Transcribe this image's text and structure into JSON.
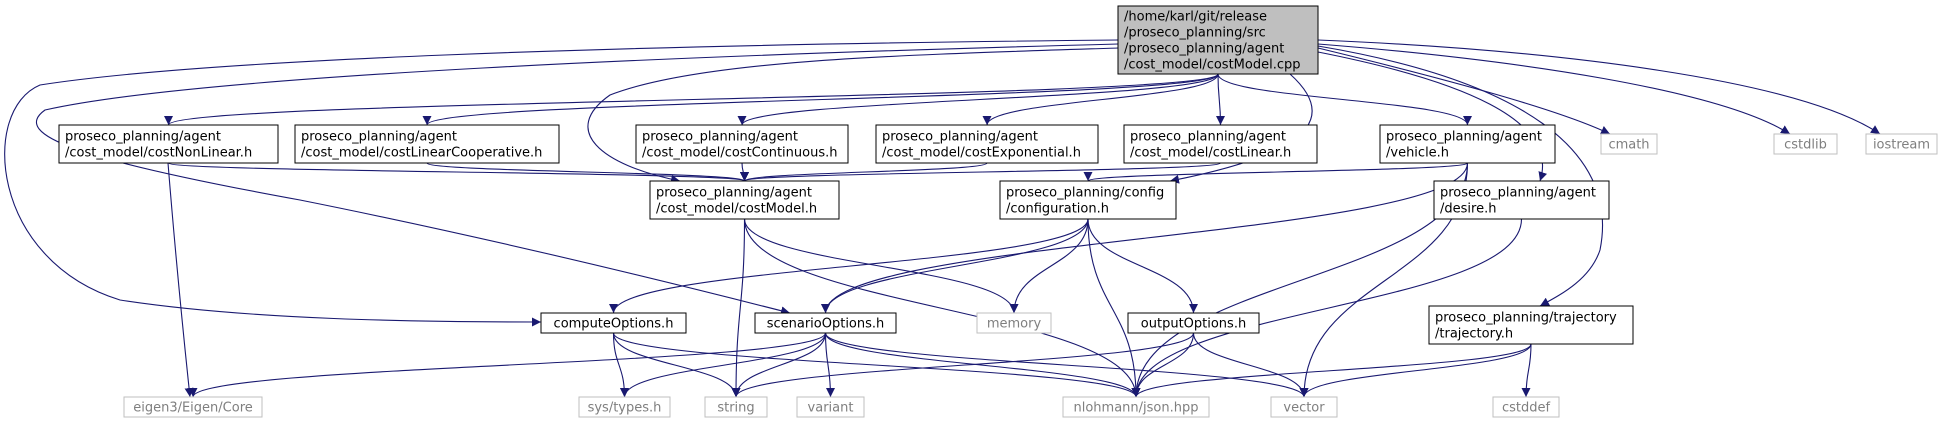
{
  "colors": {
    "edge": "#191970",
    "main_fill": "#bfbfbf",
    "sys_border": "#bfbfbf",
    "sys_text": "#7f7f7f"
  },
  "nodes": [
    {
      "id": "costModelCpp",
      "kind": "main",
      "lines": [
        "/home/karl/git/release",
        "/proseco_planning/src",
        "/proseco_planning/agent",
        "/cost_model/costModel.cpp"
      ]
    },
    {
      "id": "costNonLinear",
      "kind": "local",
      "lines": [
        "proseco_planning/agent",
        "/cost_model/costNonLinear.h"
      ]
    },
    {
      "id": "costLinearCoop",
      "kind": "local",
      "lines": [
        "proseco_planning/agent",
        "/cost_model/costLinearCooperative.h"
      ]
    },
    {
      "id": "costContinuous",
      "kind": "local",
      "lines": [
        "proseco_planning/agent",
        "/cost_model/costContinuous.h"
      ]
    },
    {
      "id": "costExponential",
      "kind": "local",
      "lines": [
        "proseco_planning/agent",
        "/cost_model/costExponential.h"
      ]
    },
    {
      "id": "costLinear",
      "kind": "local",
      "lines": [
        "proseco_planning/agent",
        "/cost_model/costLinear.h"
      ]
    },
    {
      "id": "vehicle",
      "kind": "local",
      "lines": [
        "proseco_planning/agent",
        "/vehicle.h"
      ]
    },
    {
      "id": "cmath",
      "kind": "sys",
      "lines": [
        "cmath"
      ]
    },
    {
      "id": "cstdlib",
      "kind": "sys",
      "lines": [
        "cstdlib"
      ]
    },
    {
      "id": "iostream",
      "kind": "sys",
      "lines": [
        "iostream"
      ]
    },
    {
      "id": "costModelH",
      "kind": "local",
      "lines": [
        "proseco_planning/agent",
        "/cost_model/costModel.h"
      ]
    },
    {
      "id": "configuration",
      "kind": "local",
      "lines": [
        "proseco_planning/config",
        "/configuration.h"
      ]
    },
    {
      "id": "desire",
      "kind": "local",
      "lines": [
        "proseco_planning/agent",
        "/desire.h"
      ]
    },
    {
      "id": "computeOptions",
      "kind": "local",
      "lines": [
        "computeOptions.h"
      ]
    },
    {
      "id": "scenarioOptions",
      "kind": "local",
      "lines": [
        "scenarioOptions.h"
      ]
    },
    {
      "id": "memory",
      "kind": "sys",
      "lines": [
        "memory"
      ]
    },
    {
      "id": "outputOptions",
      "kind": "local",
      "lines": [
        "outputOptions.h"
      ]
    },
    {
      "id": "trajectory",
      "kind": "local",
      "lines": [
        "proseco_planning/trajectory",
        "/trajectory.h"
      ]
    },
    {
      "id": "eigen",
      "kind": "sys",
      "lines": [
        "eigen3/Eigen/Core"
      ]
    },
    {
      "id": "systypes",
      "kind": "sys",
      "lines": [
        "sys/types.h"
      ]
    },
    {
      "id": "string",
      "kind": "sys",
      "lines": [
        "string"
      ]
    },
    {
      "id": "variant",
      "kind": "sys",
      "lines": [
        "variant"
      ]
    },
    {
      "id": "json",
      "kind": "sys",
      "lines": [
        "nlohmann/json.hpp"
      ]
    },
    {
      "id": "vector",
      "kind": "sys",
      "lines": [
        "vector"
      ]
    },
    {
      "id": "cstddef",
      "kind": "sys",
      "lines": [
        "cstddef"
      ]
    }
  ],
  "edges": [
    [
      "costModelCpp",
      "costNonLinear"
    ],
    [
      "costModelCpp",
      "costLinearCoop"
    ],
    [
      "costModelCpp",
      "costContinuous"
    ],
    [
      "costModelCpp",
      "costExponential"
    ],
    [
      "costModelCpp",
      "costLinear"
    ],
    [
      "costModelCpp",
      "vehicle"
    ],
    [
      "costModelCpp",
      "cmath"
    ],
    [
      "costModelCpp",
      "cstdlib"
    ],
    [
      "costModelCpp",
      "iostream"
    ],
    [
      "costModelCpp",
      "costModelH"
    ],
    [
      "costModelCpp",
      "configuration"
    ],
    [
      "costModelCpp",
      "desire"
    ],
    [
      "costModelCpp",
      "trajectory"
    ],
    [
      "costModelCpp",
      "computeOptions"
    ],
    [
      "costModelCpp",
      "scenarioOptions"
    ],
    [
      "costNonLinear",
      "costModelH"
    ],
    [
      "costNonLinear",
      "eigen"
    ],
    [
      "costLinearCoop",
      "costModelH"
    ],
    [
      "costContinuous",
      "costModelH"
    ],
    [
      "costExponential",
      "costModelH"
    ],
    [
      "costLinear",
      "costModelH"
    ],
    [
      "costModelH",
      "memory"
    ],
    [
      "costModelH",
      "string"
    ],
    [
      "costModelH",
      "json"
    ],
    [
      "vehicle",
      "configuration"
    ],
    [
      "vehicle",
      "scenarioOptions"
    ],
    [
      "vehicle",
      "json"
    ],
    [
      "vehicle",
      "vector"
    ],
    [
      "configuration",
      "computeOptions"
    ],
    [
      "configuration",
      "scenarioOptions"
    ],
    [
      "configuration",
      "memory"
    ],
    [
      "configuration",
      "outputOptions"
    ],
    [
      "configuration",
      "json"
    ],
    [
      "desire",
      "json"
    ],
    [
      "computeOptions",
      "systypes"
    ],
    [
      "computeOptions",
      "string"
    ],
    [
      "computeOptions",
      "json"
    ],
    [
      "scenarioOptions",
      "eigen"
    ],
    [
      "scenarioOptions",
      "systypes"
    ],
    [
      "scenarioOptions",
      "string"
    ],
    [
      "scenarioOptions",
      "variant"
    ],
    [
      "scenarioOptions",
      "json"
    ],
    [
      "scenarioOptions",
      "vector"
    ],
    [
      "outputOptions",
      "string"
    ],
    [
      "outputOptions",
      "json"
    ],
    [
      "outputOptions",
      "vector"
    ],
    [
      "trajectory",
      "json"
    ],
    [
      "trajectory",
      "vector"
    ],
    [
      "trajectory",
      "cstddef"
    ]
  ]
}
